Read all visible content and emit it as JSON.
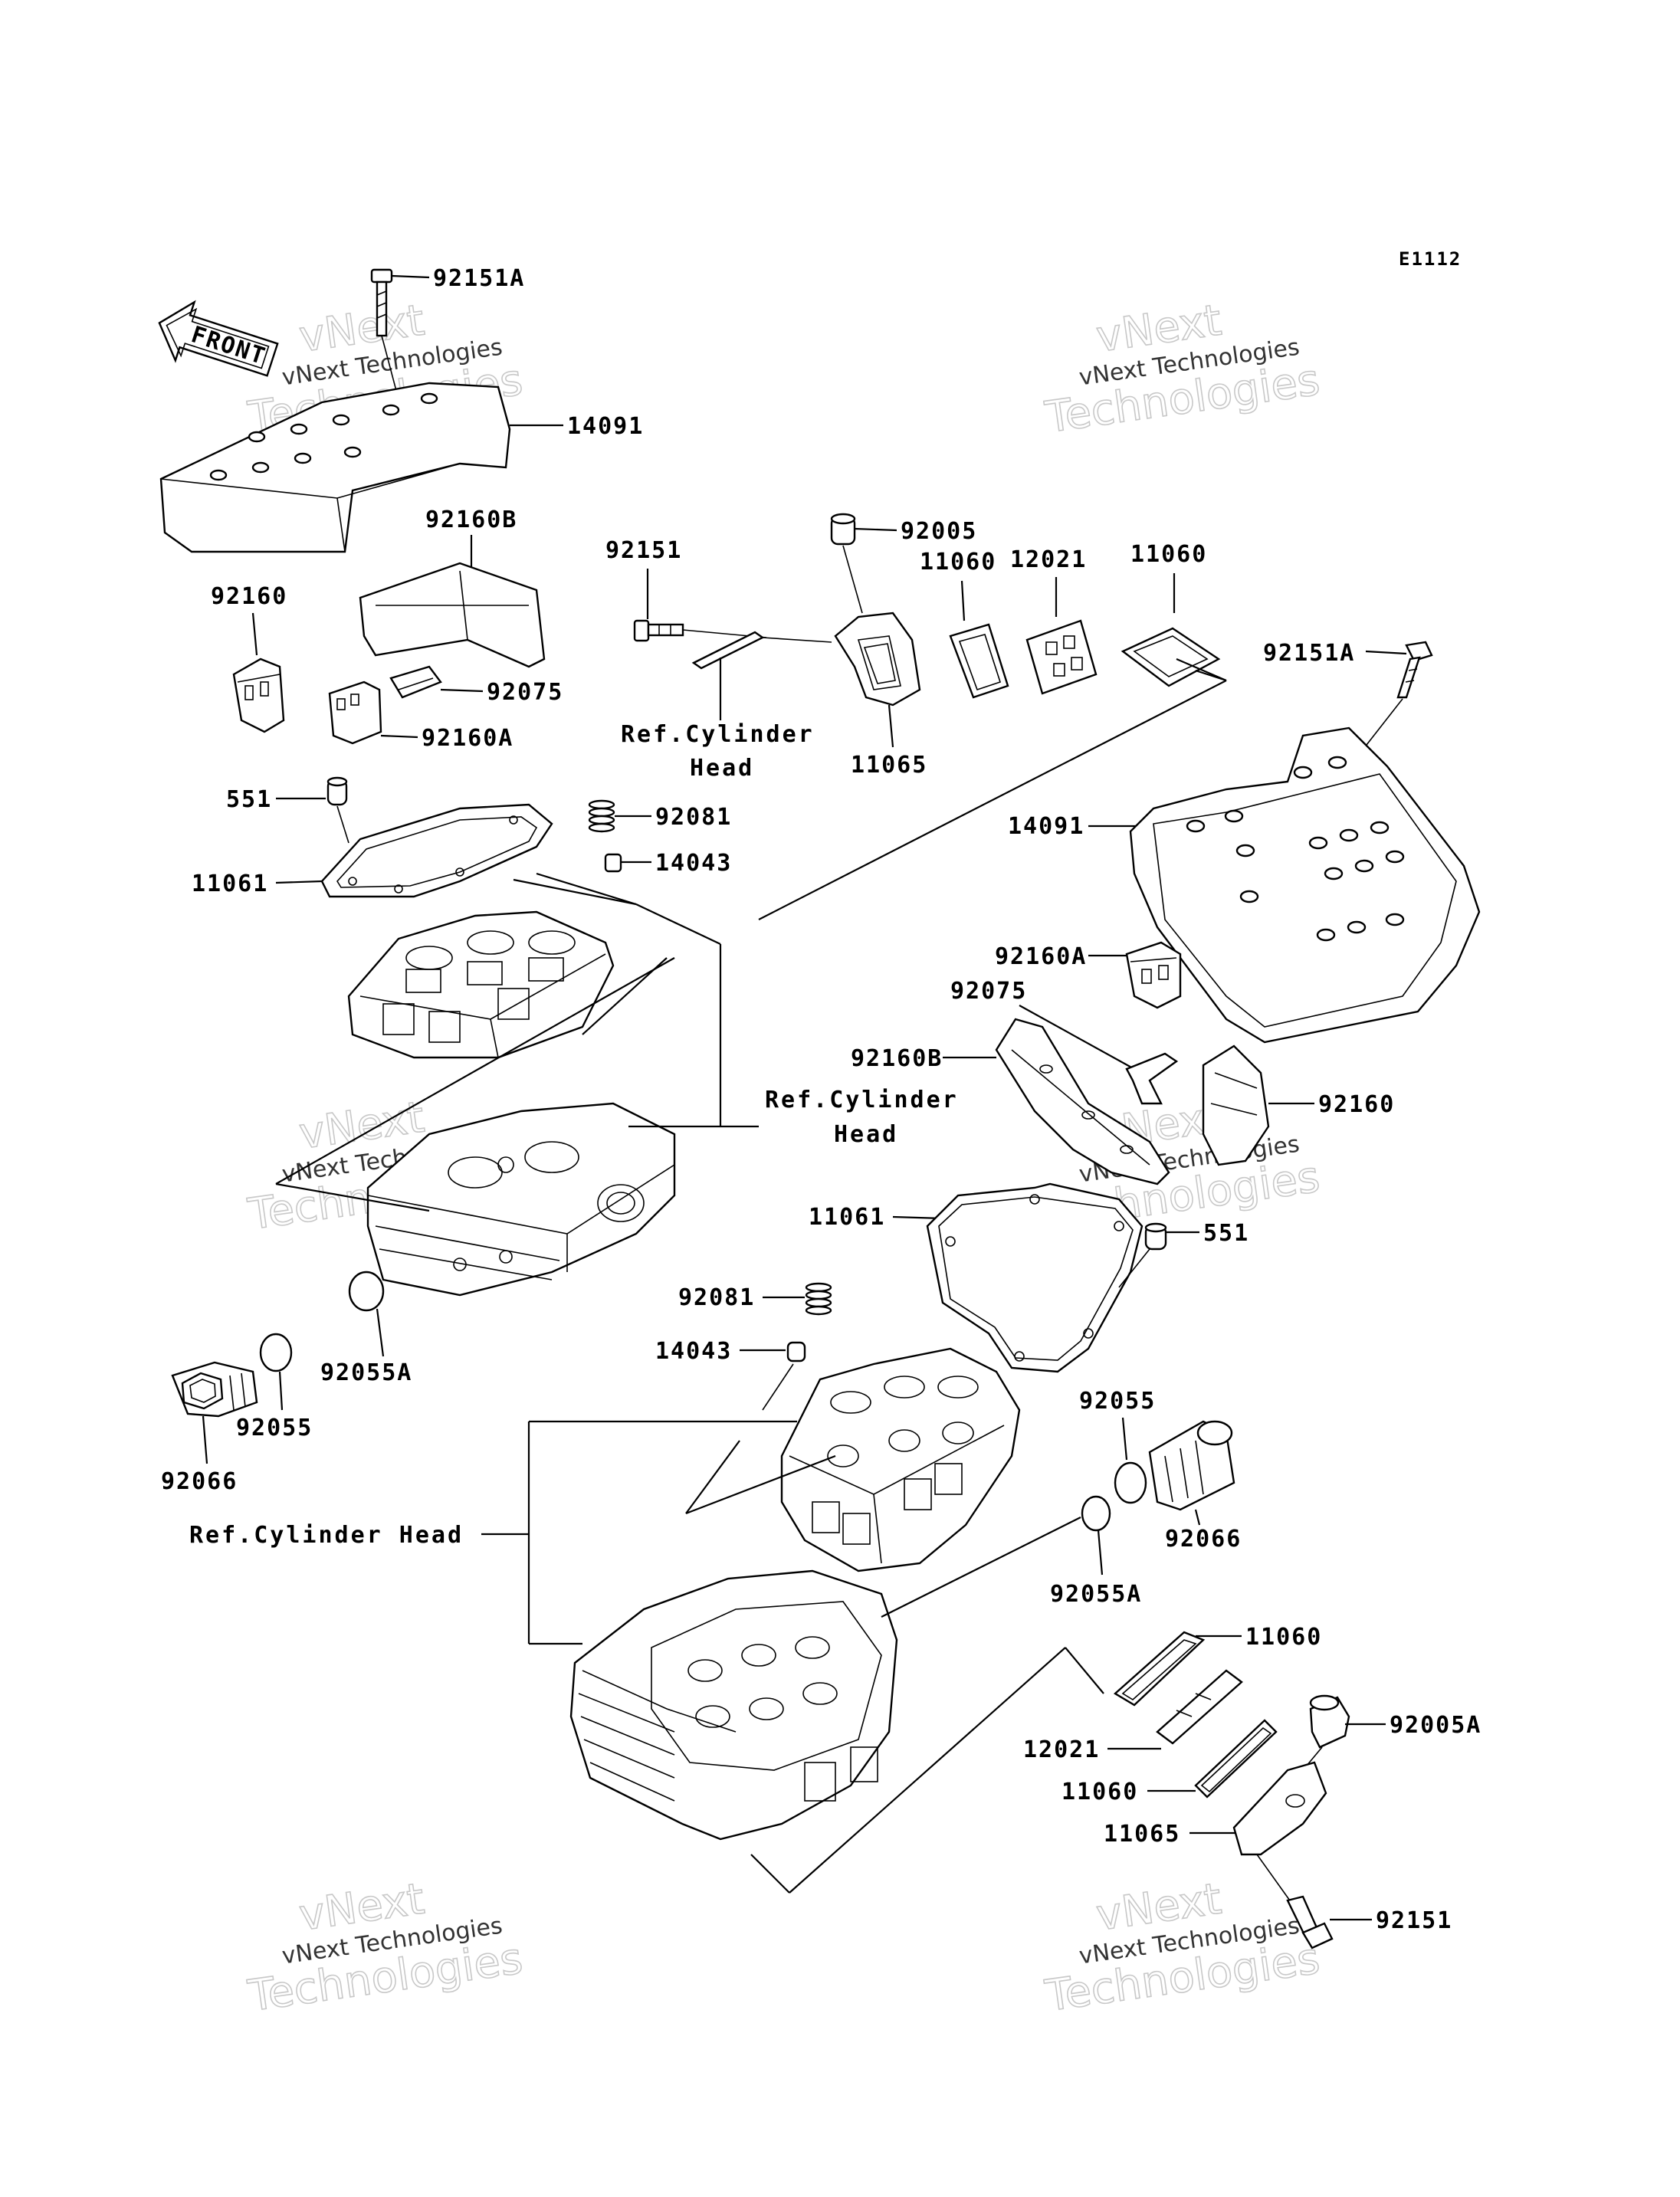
{
  "figure_code": "E1112",
  "front_label": "FRONT",
  "watermark": {
    "line1": "vNext Technologies",
    "line2a": "vNext",
    "line2b": "Technologies"
  },
  "labels": {
    "p92151A_top": "92151A",
    "p14091_top": "14091",
    "p92160B_left": "92160B",
    "p92160_left": "92160",
    "p92075_left": "92075",
    "p92160A_left": "92160A",
    "p551_left": "551",
    "p92081_left": "92081",
    "p14043_left": "14043",
    "p11061_left": "11061",
    "p92151_top": "92151",
    "p92005": "92005",
    "p11060_a": "11060",
    "p12021_top": "12021",
    "p11060_b": "11060",
    "p11065_top": "11065",
    "p92151A_right": "92151A",
    "p14091_right": "14091",
    "p92160A_right": "92160A",
    "p92075_right": "92075",
    "p92160B_right": "92160B",
    "p92160_right": "92160",
    "p11061_right": "11061",
    "p551_right": "551",
    "p92081_right": "92081",
    "p14043_right": "14043",
    "p92055A_left": "92055A",
    "p92055_left": "92055",
    "p92066_left": "92066",
    "p92055_right": "92055",
    "p92066_right": "92066",
    "p92055A_right": "92055A",
    "p11060_c": "11060",
    "p12021_bottom": "12021",
    "p11060_d": "11060",
    "p92005A": "92005A",
    "p11065_bottom": "11065",
    "p92151_bottom": "92151"
  },
  "refs": {
    "ref1_line1": "Ref.Cylinder",
    "ref1_line2": "Head",
    "ref2_line1": "Ref.Cylinder",
    "ref2_line2": "Head",
    "ref3": "Ref.Cylinder Head"
  }
}
